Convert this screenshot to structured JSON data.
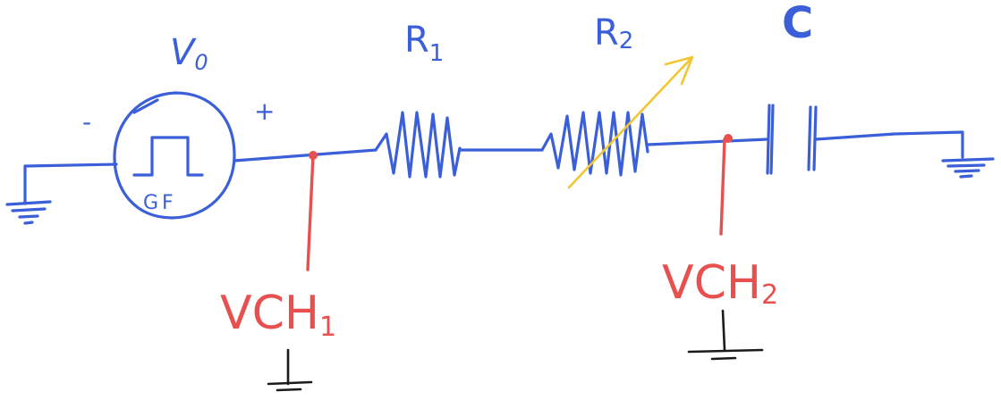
{
  "labels": {
    "source": "V",
    "source_sub": "0",
    "gen": "GF",
    "minus": "-",
    "plus": "+",
    "r1": "R",
    "r1_sub": "1",
    "r2": "R",
    "r2_sub": "2",
    "cap": "C",
    "probe1": "VCH",
    "probe1_sub": "1",
    "probe2": "VCH",
    "probe2_sub": "2"
  },
  "colors": {
    "circuit": "#3a5fd9",
    "probe": "#e8504f",
    "ground_ref": "#1b1b1b",
    "variable_arrow": "#f2c531"
  }
}
